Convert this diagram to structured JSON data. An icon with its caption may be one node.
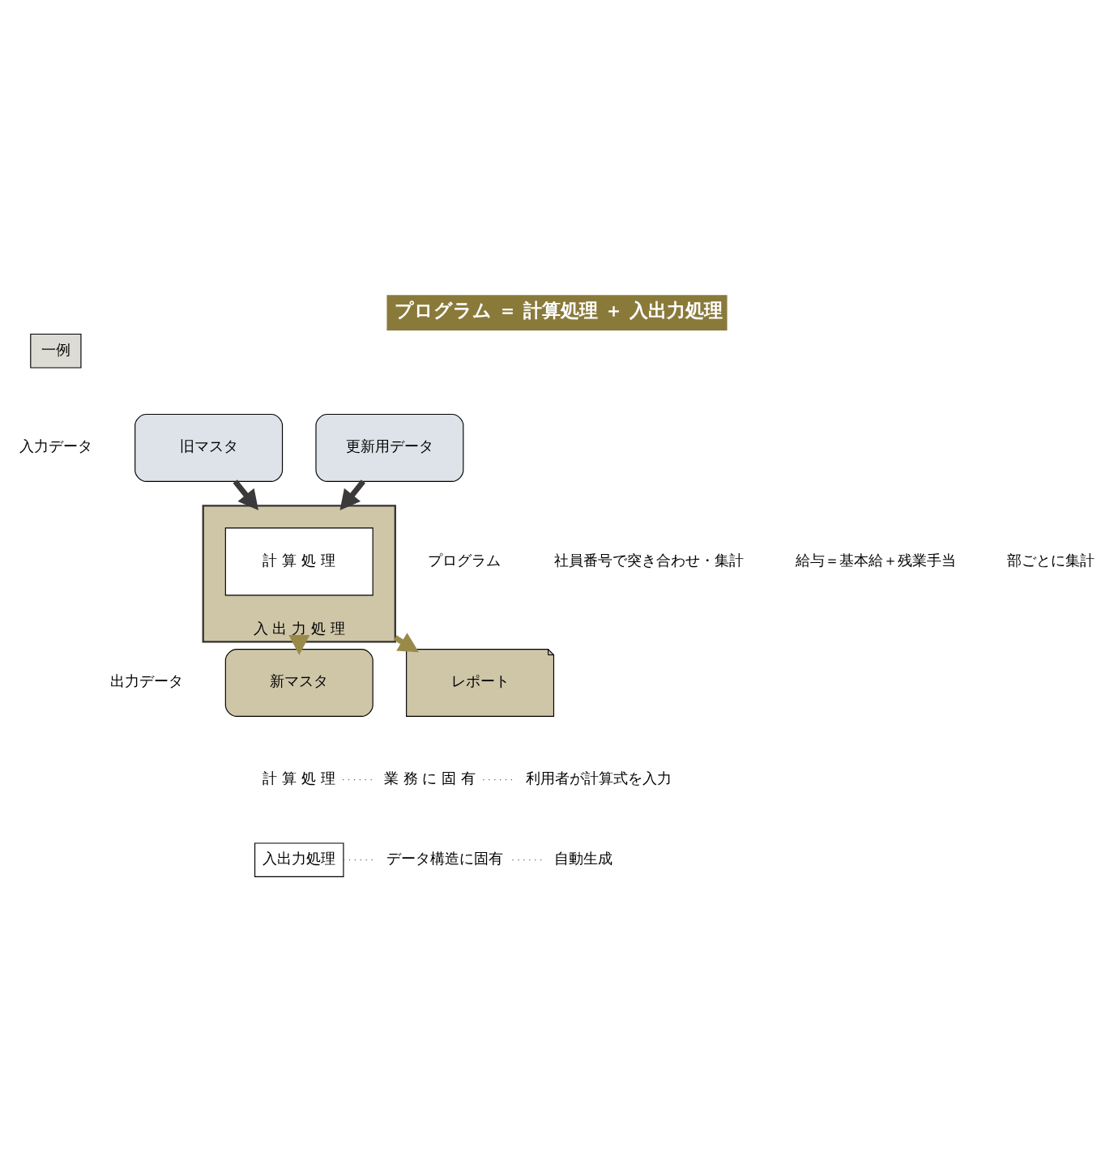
{
  "diagram": {
    "title": "プログラム ＝ 計算処理 ＋ 入出力処理",
    "nodes": [
      {
        "text": [
          "旧マスタ"
        ],
        "beside": [
          "入力データ"
        ]
      },
      {
        "text": [
          "更新用データ"
        ]
      },
      {
        "text": [
          "入 出 力 処 理"
        ],
        "beside": [
          "プログラム",
          "社員番号で突き合わせ・集計",
          "給与＝基本給＋残業手当",
          "部ごとに集計"
        ]
      },
      {
        "text": [
          "計 算 処 理"
        ],
        "in": 2
      },
      {
        "text": [
          "新マスタ"
        ],
        "beside": [
          "出力データ"
        ]
      },
      {
        "text": [
          "レポート"
        ]
      }
    ],
    "edges": [
      {
        "from": 0,
        "to": 2,
        "arrow": "to"
      },
      {
        "from": 1,
        "to": 2,
        "arrow": "to"
      },
      {
        "from": 2,
        "to": 4,
        "arrow": "to",
        "color": "#9a8a4a"
      },
      {
        "from": 2,
        "to": 5,
        "arrow": "to",
        "color": "#9a8a4a"
      }
    ],
    "labels": [
      "一例",
      "計 算 処 理",
      "業 務 に 固 有",
      "利用者が計算式を入力",
      "入出力処理",
      "データ構造に固有",
      "自動生成"
    ]
  }
}
